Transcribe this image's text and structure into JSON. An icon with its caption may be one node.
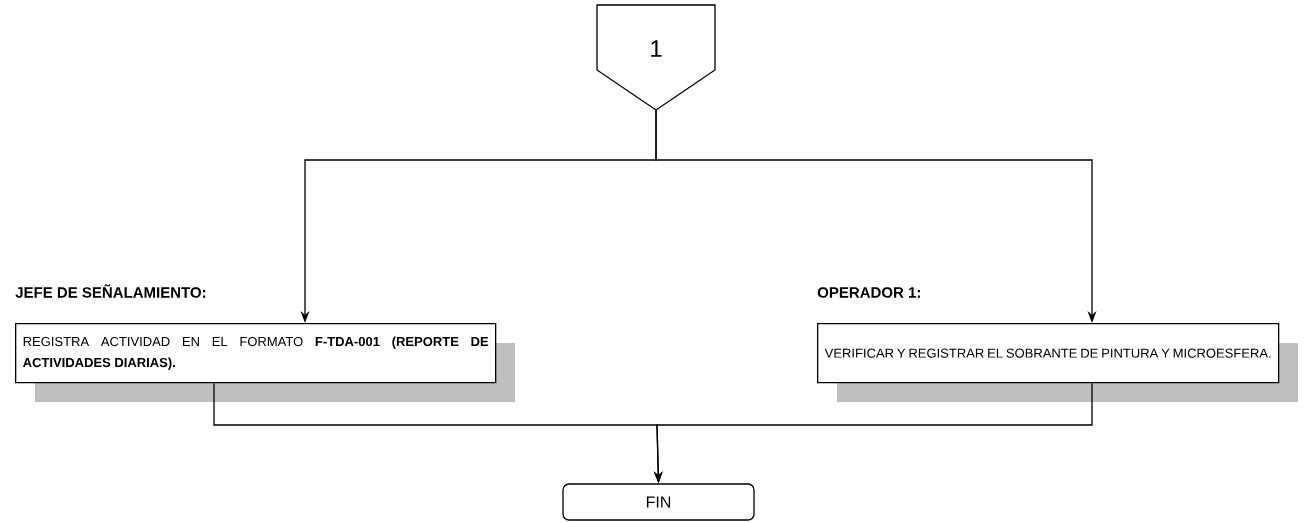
{
  "diagram": {
    "nodes": [
      {
        "text": [
          "1"
        ]
      },
      {
        "text": [
          "JEFE DE SEÑALAMIENTO:",
          "REGISTRA ACTIVIDAD EN EL FORMATO **F-TDA-001 (REPORTE DE ACTIVIDADES DIARIAS).**"
        ]
      },
      {
        "text": [
          "OPERADOR 1:",
          "VERIFICAR Y REGISTRAR EL SOBRANTE DE PINTURA Y MICROESFERA."
        ]
      },
      {
        "text": [
          "FIN"
        ]
      }
    ],
    "edges": [
      {
        "from": 0,
        "to": 1,
        "arrow": "to"
      },
      {
        "from": 0,
        "to": 2,
        "arrow": "to"
      },
      {
        "from": 1,
        "to": 3,
        "arrow": "to"
      },
      {
        "from": 2,
        "to": 3,
        "arrow": "to"
      }
    ]
  }
}
